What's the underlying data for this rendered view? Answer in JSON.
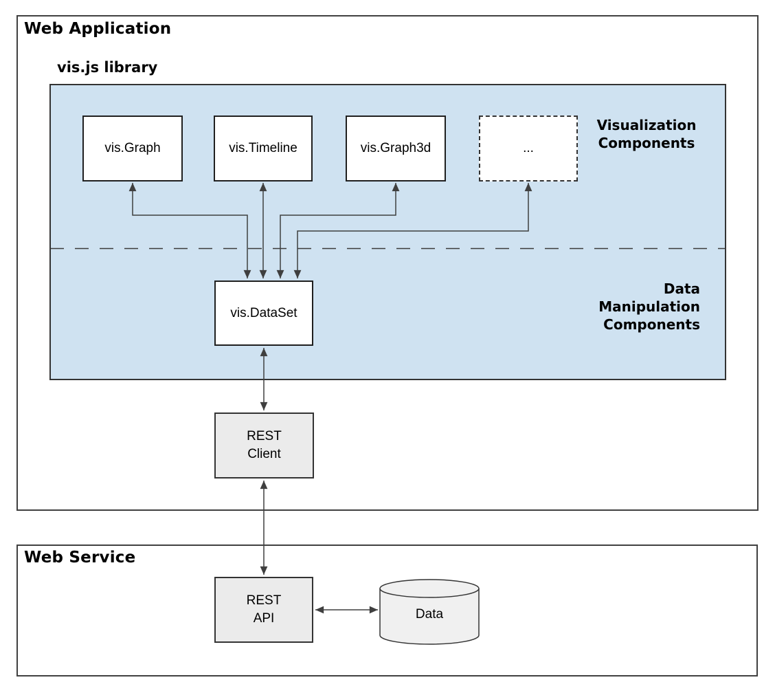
{
  "web_application": {
    "title": "Web Application",
    "library_label": "vis.js library",
    "components": [
      {
        "label": "vis.Graph"
      },
      {
        "label": "vis.Timeline"
      },
      {
        "label": "vis.Graph3d"
      },
      {
        "label": "..."
      }
    ],
    "visualization_label": {
      "line1": "Visualization",
      "line2": "Components"
    },
    "data_manipulation_label": {
      "line1": "Data",
      "line2": "Manipulation",
      "line3": "Components"
    },
    "dataset": {
      "label": "vis.DataSet"
    },
    "rest_client": {
      "line1": "REST",
      "line2": "Client"
    }
  },
  "web_service": {
    "title": "Web Service",
    "rest_api": {
      "line1": "REST",
      "line2": "API"
    },
    "data_store": {
      "label": "Data"
    }
  },
  "colors": {
    "panel_blue": "#cfe2f1",
    "node_white": "#ffffff",
    "node_gray": "#ebebeb",
    "cylinder_gray": "#f0f0f0",
    "border_dark": "#404040",
    "arrow": "#3f3f3f",
    "text": "#000000"
  }
}
